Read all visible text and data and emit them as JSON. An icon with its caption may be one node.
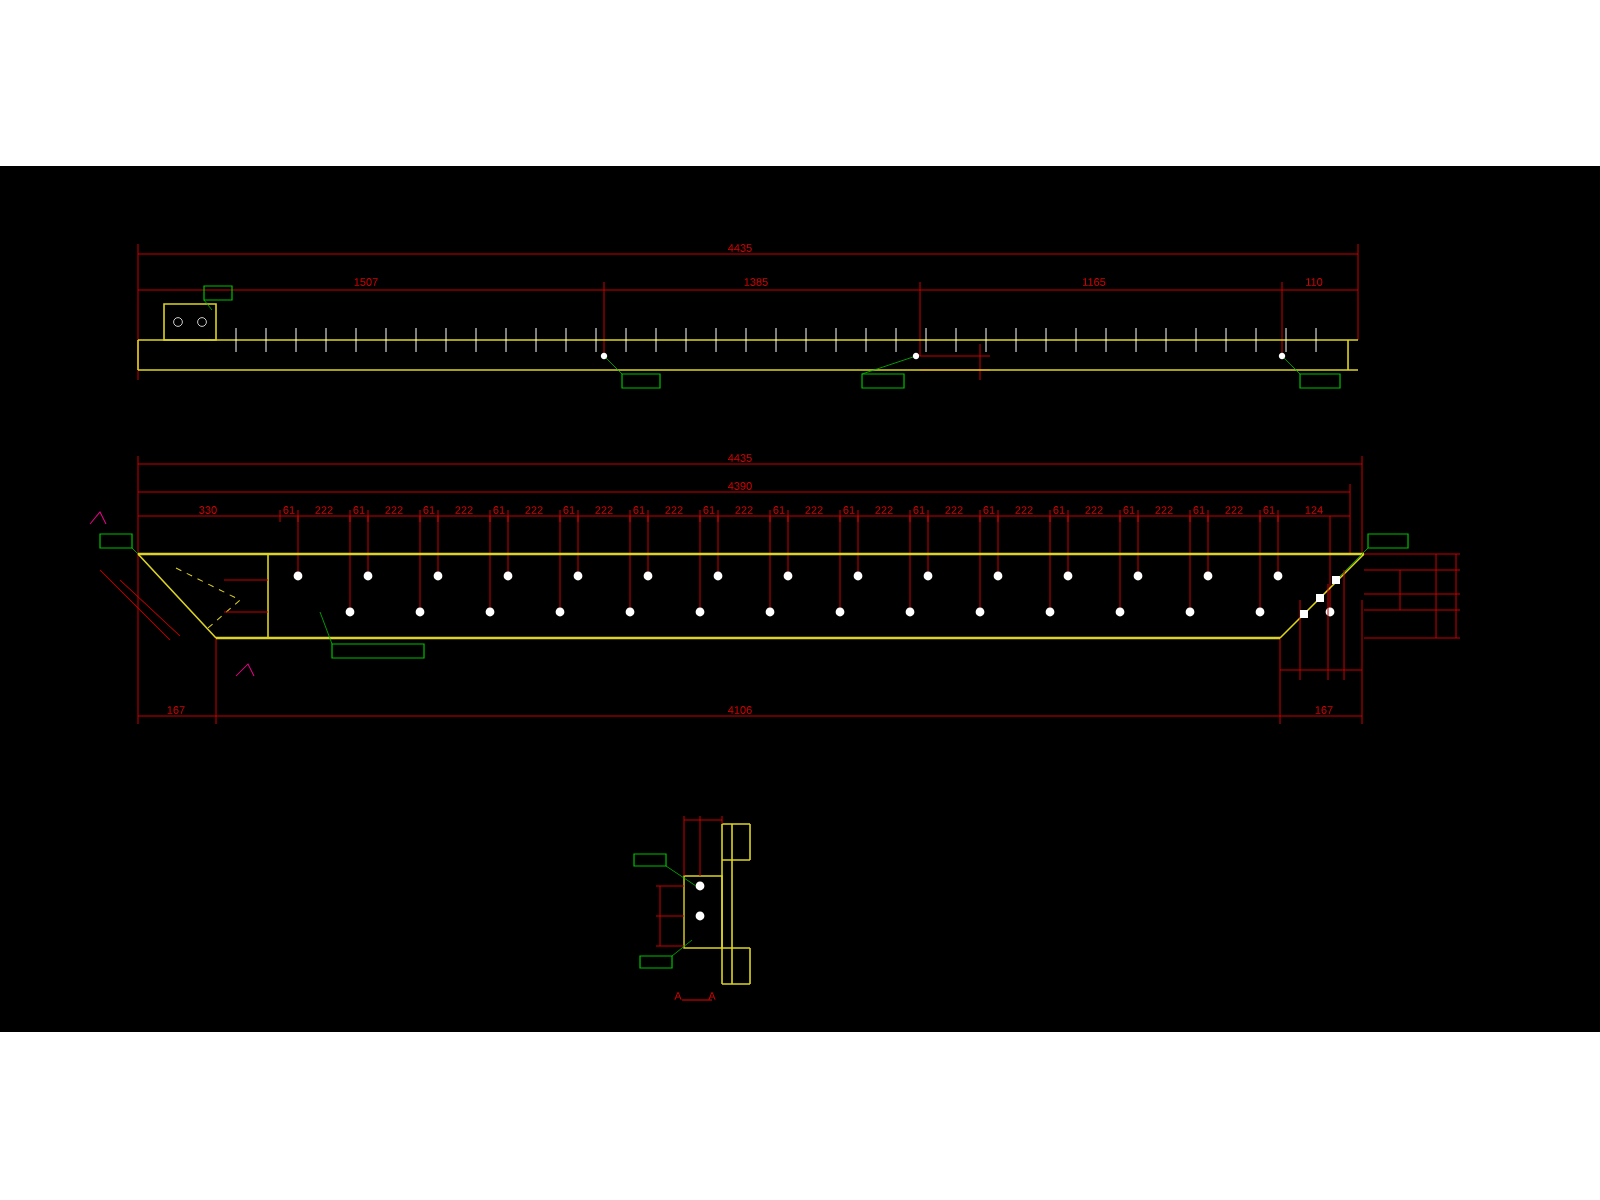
{
  "diagram": {
    "labels": [
      "4435",
      "1507",
      "1385",
      "1165",
      "110",
      "4435",
      "4390",
      "330",
      "61",
      "222",
      "61",
      "222",
      "61",
      "222",
      "61",
      "222",
      "61",
      "222",
      "61",
      "222",
      "61",
      "222",
      "61",
      "222",
      "61",
      "222",
      "61",
      "222",
      "61",
      "222",
      "61",
      "222",
      "61",
      "222",
      "61",
      "222",
      "61",
      "124",
      "167",
      "4106",
      "167",
      "A",
      "A"
    ]
  }
}
